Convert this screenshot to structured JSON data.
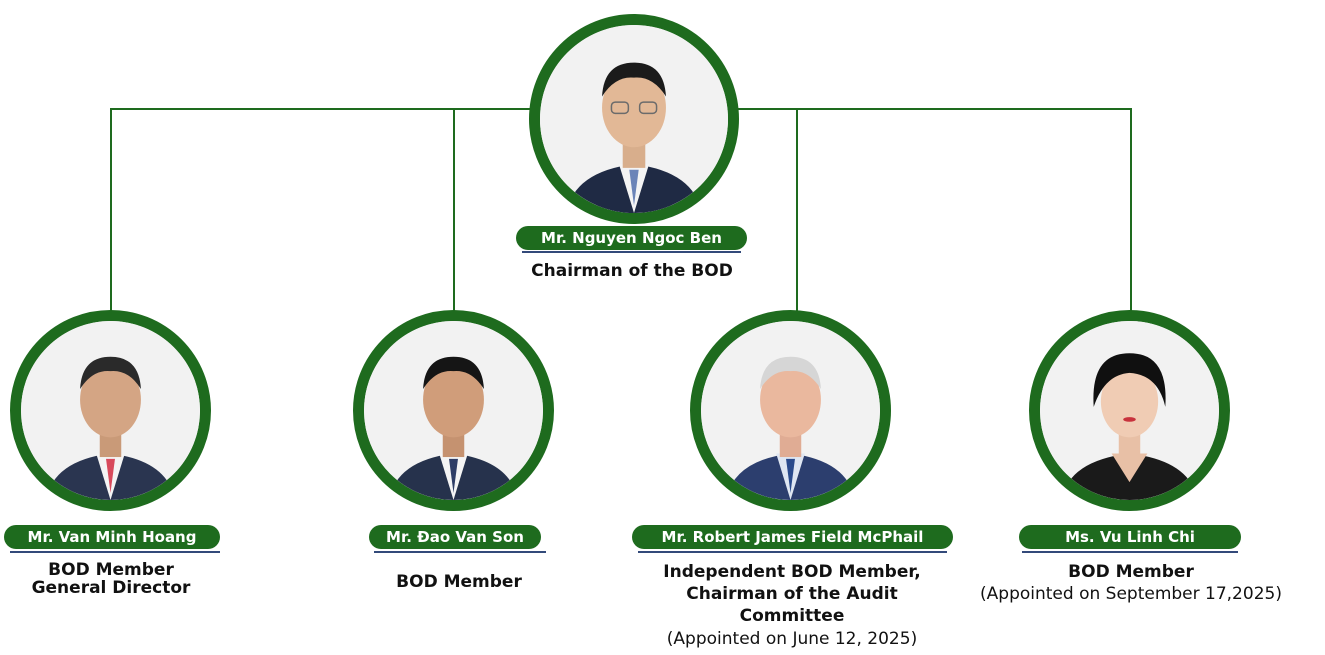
{
  "chairman": {
    "name": "Mr. Nguyen Ngoc Ben",
    "title": "Chairman of the BOD",
    "photo_icon": "person-photo-icon"
  },
  "members": [
    {
      "name": "Mr. Van Minh Hoang",
      "title_lines": [
        "BOD Member",
        "General Director"
      ],
      "note": ""
    },
    {
      "name": "Mr. Đao Van Son",
      "title_lines": [
        "BOD Member"
      ],
      "note": ""
    },
    {
      "name": "Mr. Robert James Field McPhail",
      "title_lines": [
        "Independent BOD Member,",
        "Chairman of the Audit",
        "Committee"
      ],
      "note": "(Appointed on June 12, 2025)"
    },
    {
      "name": "Ms. Vu Linh Chi",
      "title_lines": [
        "BOD Member"
      ],
      "note": "(Appointed on September 17,2025)"
    }
  ],
  "colors": {
    "accent": "#1e6b1e",
    "underline": "#334a7a",
    "text": "#111111"
  }
}
